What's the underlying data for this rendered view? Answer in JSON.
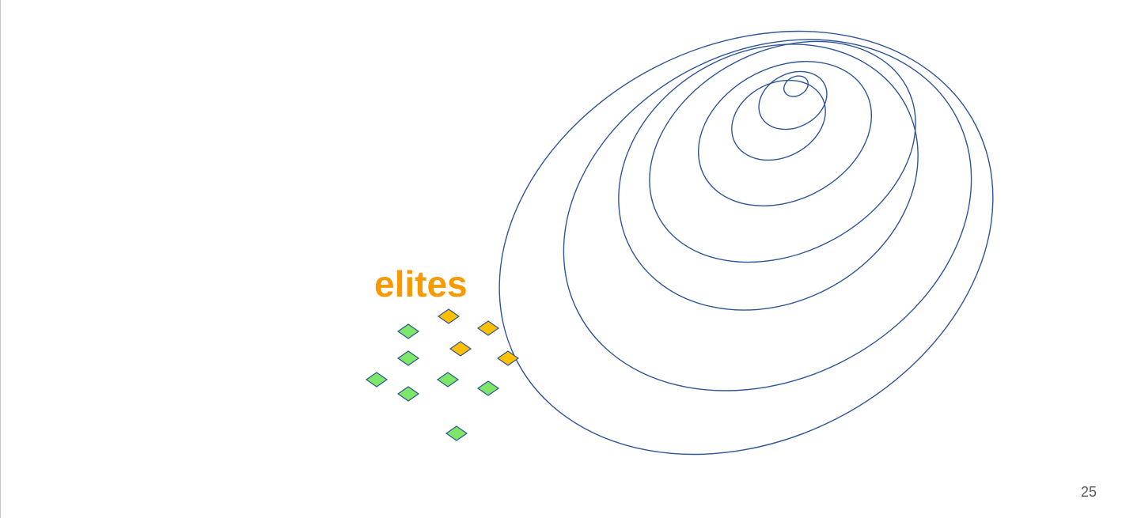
{
  "slide": {
    "elites_label": "elites",
    "page_number": "25"
  },
  "colors": {
    "contour": "#2f5597",
    "elite": "#ffc000",
    "elite_text": "#f59a00",
    "sample": "#7ee668",
    "marker_stroke": "#2f5597"
  },
  "diagram": {
    "contour_count": 8,
    "samples": [
      {
        "group": "elite"
      },
      {
        "group": "elite"
      },
      {
        "group": "elite"
      },
      {
        "group": "elite"
      },
      {
        "group": "other"
      },
      {
        "group": "other"
      },
      {
        "group": "other"
      },
      {
        "group": "other"
      },
      {
        "group": "other"
      },
      {
        "group": "other"
      },
      {
        "group": "other"
      }
    ]
  }
}
